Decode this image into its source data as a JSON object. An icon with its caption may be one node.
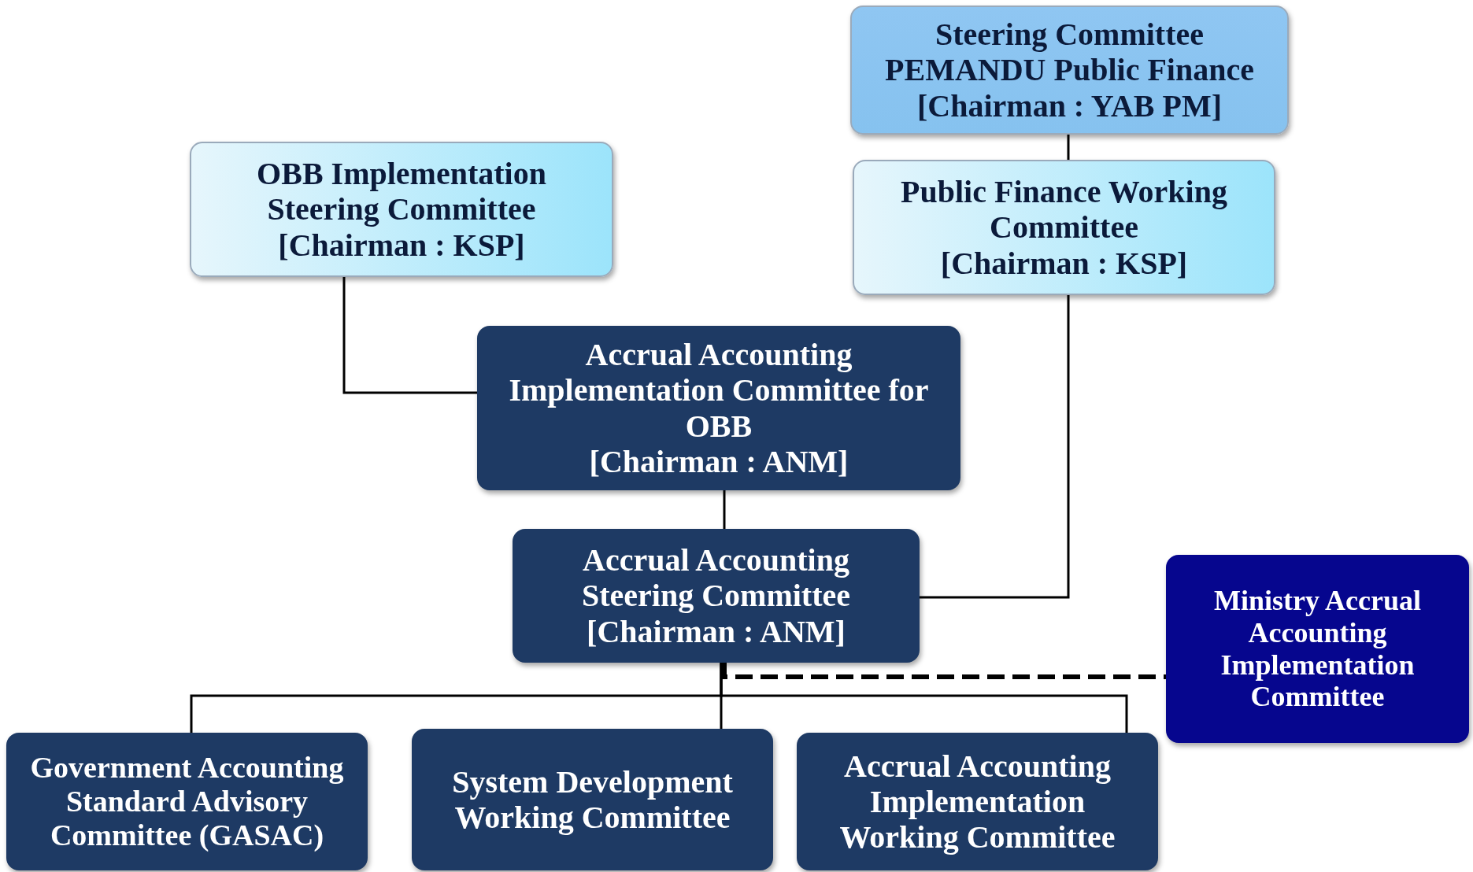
{
  "diagram": {
    "nodes": [
      {
        "text": [
          "Steering Committee PEMANDU Public Finance",
          "[Chairman : YAB PM]"
        ]
      },
      {
        "text": [
          "OBB Implementation Steering Committee",
          "[Chairman : KSP]"
        ]
      },
      {
        "text": [
          "Public Finance Working Committee",
          "[Chairman : KSP]"
        ]
      },
      {
        "text": [
          "Accrual Accounting Implementation Committee for OBB",
          "[Chairman : ANM]"
        ]
      },
      {
        "text": [
          "Accrual Accounting Steering Committee",
          "[Chairman : ANM]"
        ]
      },
      {
        "text": [
          "Ministry Accrual Accounting Implementation Committee"
        ]
      },
      {
        "text": [
          "Government Accounting Standard Advisory Committee (GASAC)"
        ]
      },
      {
        "text": [
          "System Development Working Committee"
        ]
      },
      {
        "text": [
          "Accrual Accounting Implementation Working Committee"
        ]
      }
    ],
    "edges": [
      {
        "from": 0,
        "to": 2,
        "arrow": "none"
      },
      {
        "from": 1,
        "to": 3,
        "arrow": "none"
      },
      {
        "from": 2,
        "to": 4,
        "arrow": "none"
      },
      {
        "from": 3,
        "to": 4,
        "arrow": "none"
      },
      {
        "from": 4,
        "to": 5,
        "arrow": "none",
        "style": "dashed"
      },
      {
        "from": 4,
        "to": 6,
        "arrow": "none"
      },
      {
        "from": 4,
        "to": 7,
        "arrow": "none"
      },
      {
        "from": 4,
        "to": 8,
        "arrow": "none"
      }
    ]
  }
}
